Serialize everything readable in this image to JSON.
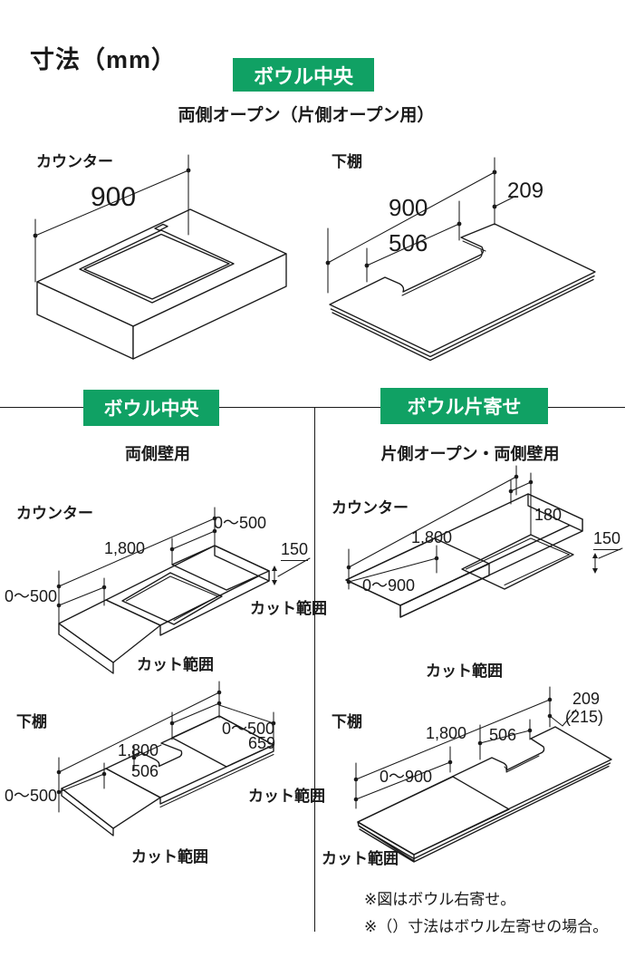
{
  "title": "寸法（mm）",
  "colors": {
    "badge_bg": "#10a164",
    "line": "#1a1a1a",
    "background": "#ffffff"
  },
  "sections": {
    "top": {
      "badge": "ボウル中央",
      "subtitle": "両側オープン（片側オープン用）",
      "counter": {
        "label": "カウンター",
        "width": "900"
      },
      "shelf": {
        "label": "下棚",
        "width": "900",
        "notch": "506",
        "side": "209"
      }
    },
    "left": {
      "badge": "ボウル中央",
      "subtitle": "両側壁用",
      "counter": {
        "label": "カウンター",
        "cut_right": "0〜500",
        "width": "1,800",
        "thickness": "150",
        "cut_left": "0〜500",
        "cut_area_right": "カット範囲",
        "cut_area_bottom": "カット範囲"
      },
      "shelf": {
        "label": "下棚",
        "cut_right": "0〜500",
        "depth": "659",
        "width": "1,800",
        "notch": "506",
        "cut_left": "0〜500",
        "cut_area_right": "カット範囲",
        "cut_area_bottom": "カット範囲"
      }
    },
    "right": {
      "badge": "ボウル片寄せ",
      "subtitle": "片側オープン・両側壁用",
      "counter": {
        "label": "カウンター",
        "side": "180",
        "width": "1,800",
        "thickness": "150",
        "cut": "0〜900",
        "cut_area": "カット範囲"
      },
      "shelf": {
        "label": "下棚",
        "side": "209",
        "side_alt": "(215)",
        "width": "1,800",
        "notch": "506",
        "cut": "0〜900",
        "cut_area": "カット範囲"
      },
      "notes": [
        "※図はボウル右寄せ。",
        "※（）寸法はボウル左寄せの場合。"
      ]
    }
  }
}
